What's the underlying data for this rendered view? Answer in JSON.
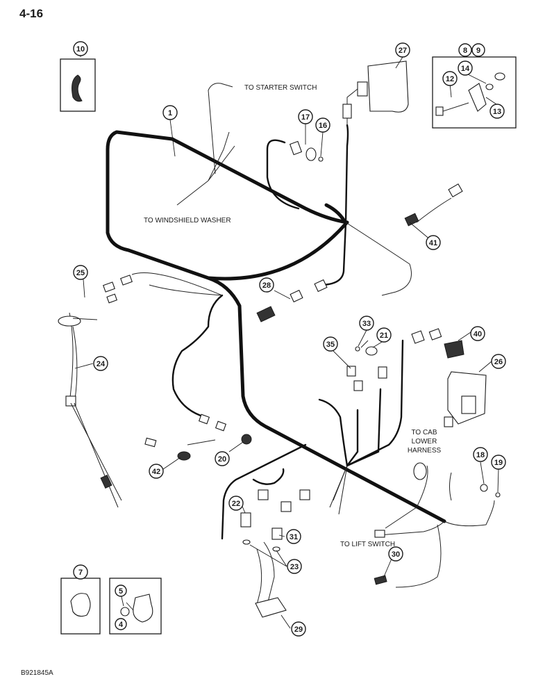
{
  "page_number": "4-16",
  "figure_code": "B921845A",
  "labels": {
    "starter": "TO STARTER SWITCH",
    "washer": "TO WINDSHIELD WASHER",
    "cab_1": "TO CAB",
    "cab_2": "LOWER",
    "cab_3": "HARNESS",
    "lift": "TO LIFT SWITCH"
  },
  "callouts": [
    {
      "id": "c10",
      "text": "10"
    },
    {
      "id": "c1",
      "text": "1"
    },
    {
      "id": "c27",
      "text": "27"
    },
    {
      "id": "c8",
      "text": "8"
    },
    {
      "id": "c9",
      "text": "9"
    },
    {
      "id": "c14",
      "text": "14"
    },
    {
      "id": "c12",
      "text": "12"
    },
    {
      "id": "c13",
      "text": "13"
    },
    {
      "id": "c17",
      "text": "17"
    },
    {
      "id": "c16",
      "text": "16"
    },
    {
      "id": "c41",
      "text": "41"
    },
    {
      "id": "c25",
      "text": "25"
    },
    {
      "id": "c28",
      "text": "28"
    },
    {
      "id": "c33",
      "text": "33"
    },
    {
      "id": "c21",
      "text": "21"
    },
    {
      "id": "c40",
      "text": "40"
    },
    {
      "id": "c35",
      "text": "35"
    },
    {
      "id": "c24",
      "text": "24"
    },
    {
      "id": "c26",
      "text": "26"
    },
    {
      "id": "c42",
      "text": "42"
    },
    {
      "id": "c20",
      "text": "20"
    },
    {
      "id": "c18",
      "text": "18"
    },
    {
      "id": "c19",
      "text": "19"
    },
    {
      "id": "c22",
      "text": "22"
    },
    {
      "id": "c31",
      "text": "31"
    },
    {
      "id": "c23",
      "text": "23"
    },
    {
      "id": "c30",
      "text": "30"
    },
    {
      "id": "c7",
      "text": "7"
    },
    {
      "id": "c5",
      "text": "5"
    },
    {
      "id": "c4",
      "text": "4"
    },
    {
      "id": "c29",
      "text": "29"
    }
  ]
}
